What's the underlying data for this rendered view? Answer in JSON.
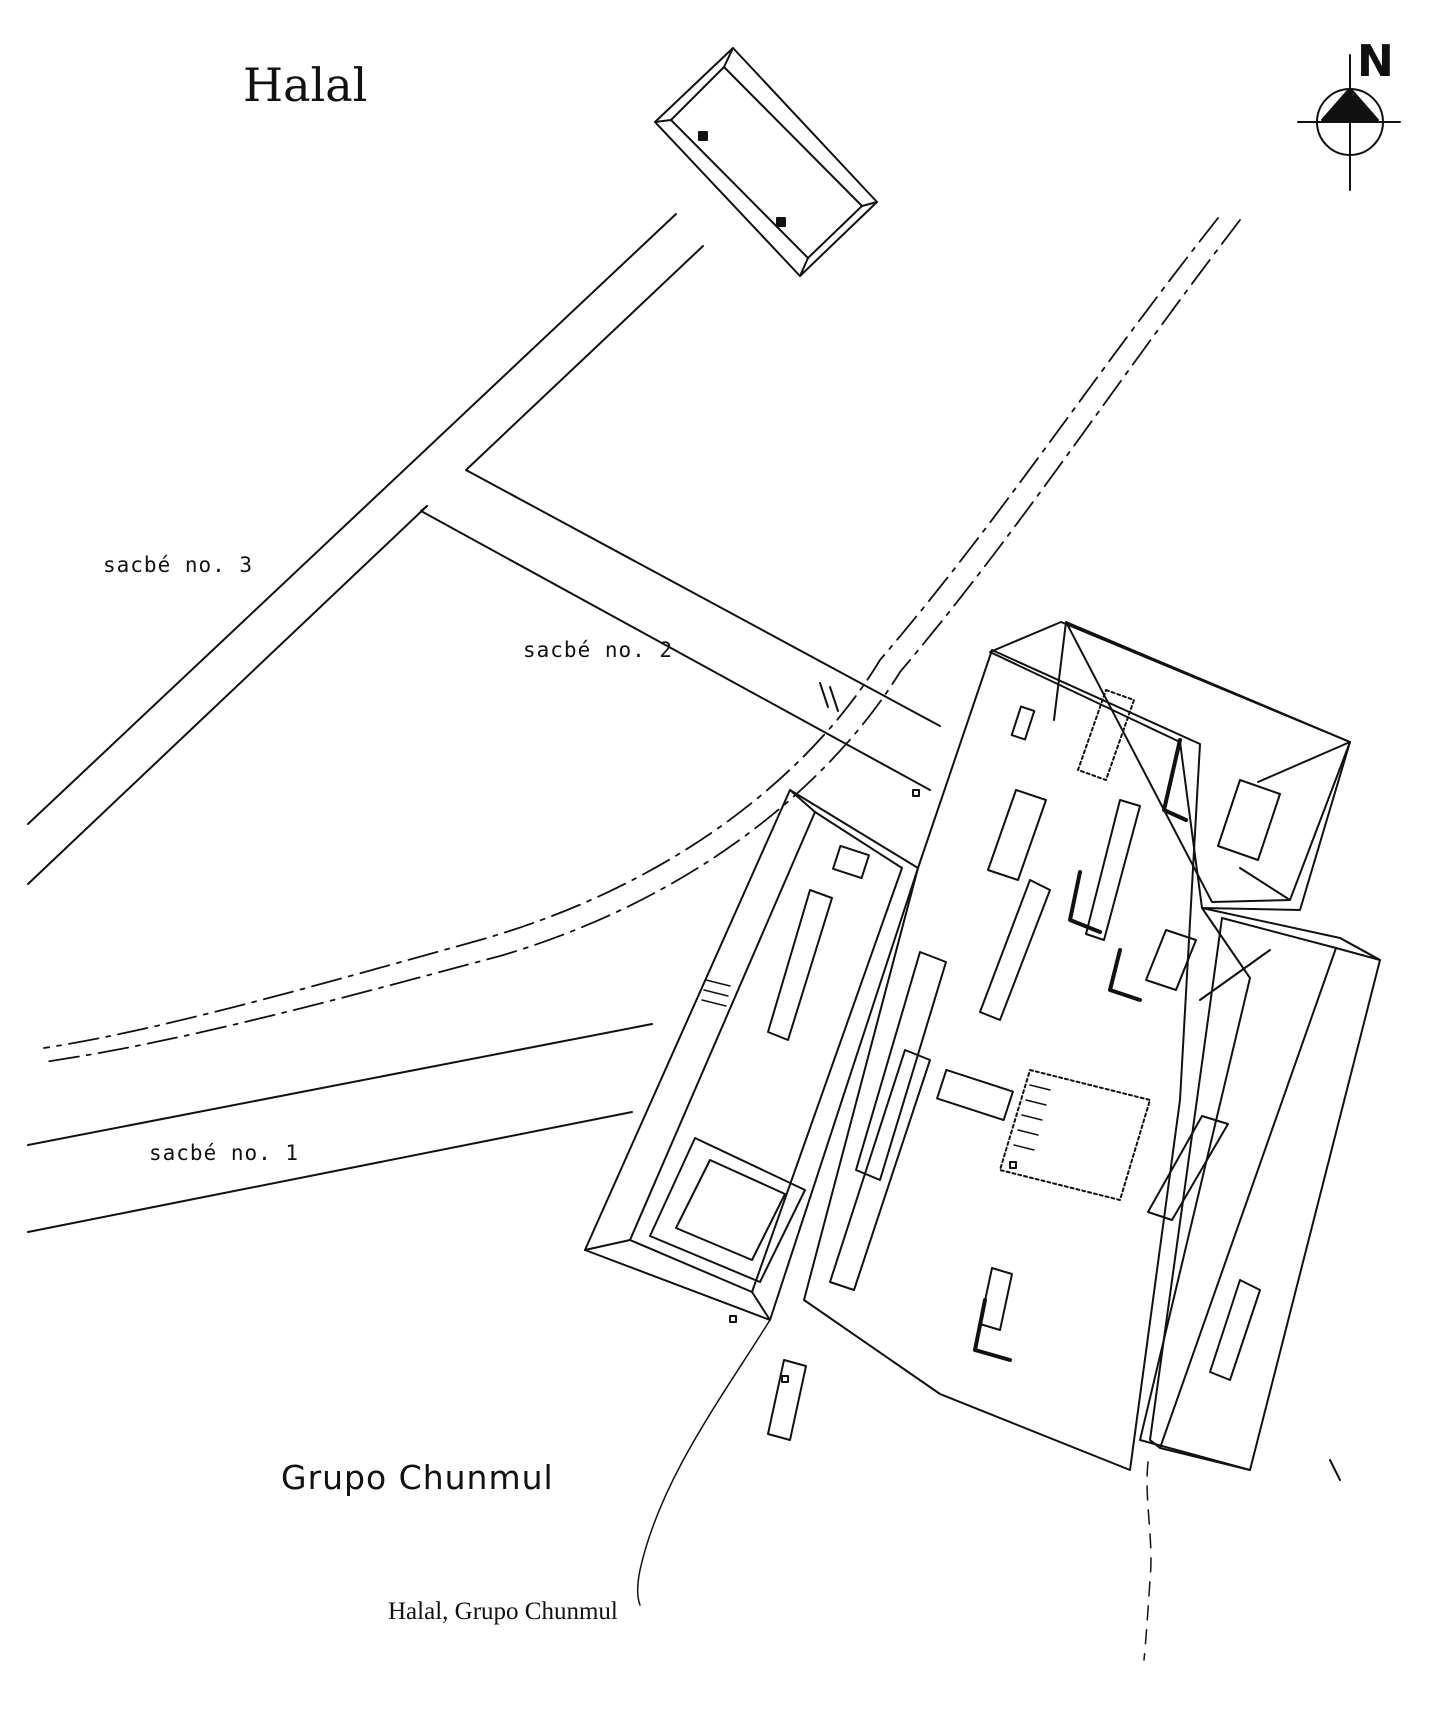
{
  "map": {
    "title": "Halal",
    "north_label": "N",
    "road_labels": [
      "sacbé no. 3",
      "sacbé no. 2",
      "sacbé no. 1"
    ],
    "group_label": "Grupo Chunmul",
    "caption": "Halal, Grupo Chunmul",
    "ink_color": "#111111",
    "background_color": "#ffffff",
    "icons": [
      "north-arrow-icon"
    ]
  }
}
